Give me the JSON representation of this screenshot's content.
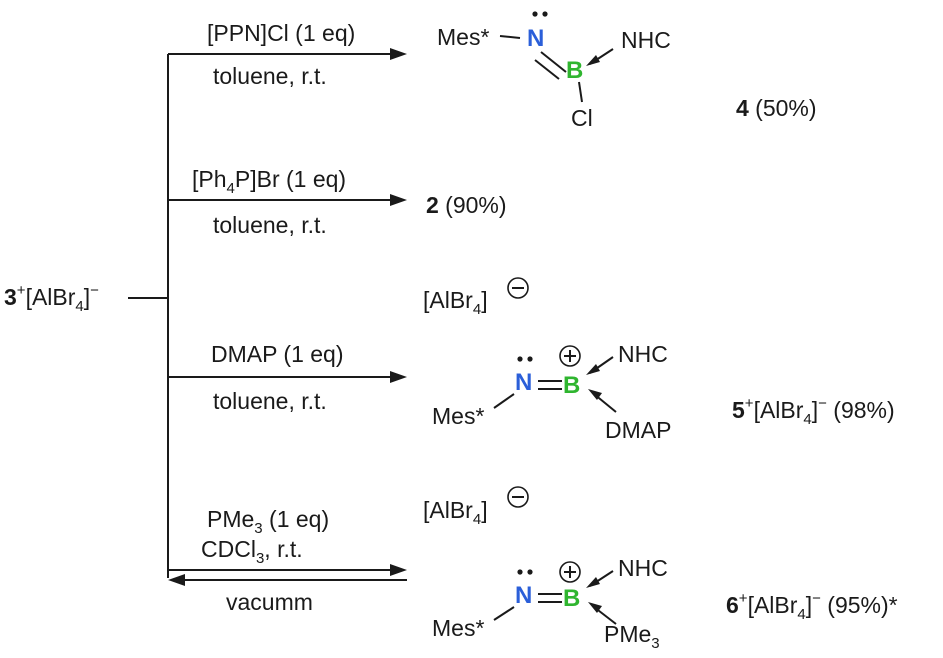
{
  "start": {
    "num": "3",
    "sup": "+",
    "anion_pre": "[AlBr",
    "anion_sub": "4",
    "anion_post": "]",
    "charge": "−"
  },
  "reactions": [
    {
      "reagent": "[PPN]Cl (1 eq)",
      "conditions": "toluene, r.t.",
      "product": {
        "mes": "Mes*",
        "N": "N",
        "B": "B",
        "nhc": "NHC",
        "sub": "Cl"
      },
      "label": {
        "num": "4",
        "yield": " (50%)"
      }
    },
    {
      "reagent_pre": "[Ph",
      "reagent_sub": "4",
      "reagent_post": "P]Br (1 eq)",
      "conditions": "toluene, r.t.",
      "label": {
        "num": "2",
        "yield": " (90%)"
      }
    },
    {
      "reagent": "DMAP (1 eq)",
      "conditions": "toluene, r.t.",
      "counter": {
        "pre": "[AlBr",
        "sub": "4",
        "post": "]"
      },
      "product": {
        "mes": "Mes*",
        "N": "N",
        "B": "B",
        "nhc": "NHC",
        "sub": "DMAP"
      },
      "label": {
        "num": "5",
        "sup": "+",
        "pre": "[AlBr",
        "sub": "4",
        "post": "]",
        "charge": "−",
        "yield": " (98%)"
      }
    },
    {
      "reagent_pre": "PMe",
      "reagent_sub": "3",
      "reagent_post": " (1 eq)",
      "cond_pre": "CDCl",
      "cond_sub": "3",
      "cond_post": ", r.t.",
      "reverse": "vacumm",
      "counter": {
        "pre": "[AlBr",
        "sub": "4",
        "post": "]"
      },
      "product": {
        "mes": "Mes*",
        "N": "N",
        "B": "B",
        "nhc": "NHC",
        "sub_pre": "PMe",
        "sub_sub": "3"
      },
      "label": {
        "num": "6",
        "sup": "+",
        "pre": "[AlBr",
        "sub": "4",
        "post": "]",
        "charge": "−",
        "yield": " (95%)*"
      }
    }
  ]
}
